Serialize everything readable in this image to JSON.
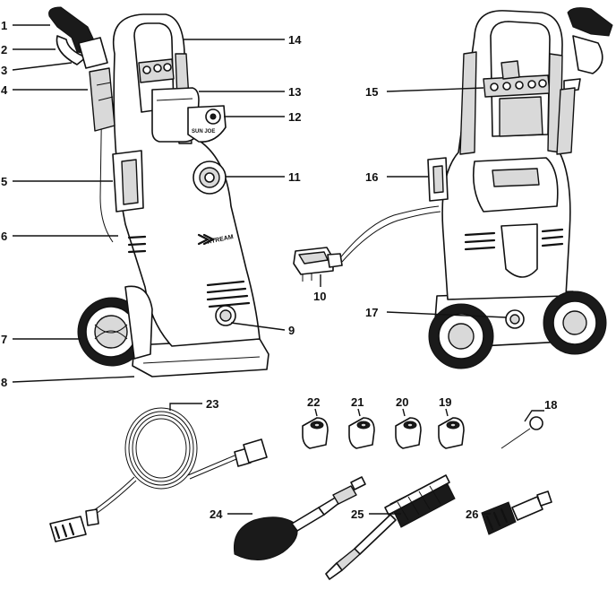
{
  "callouts": {
    "n1": "1",
    "n2": "2",
    "n3": "3",
    "n4": "4",
    "n5": "5",
    "n6": "6",
    "n7": "7",
    "n8": "8",
    "n9": "9",
    "n10": "10",
    "n11": "11",
    "n12": "12",
    "n13": "13",
    "n14": "14",
    "n15": "15",
    "n16": "16",
    "n17": "17",
    "n18": "18",
    "n19": "19",
    "n20": "20",
    "n21": "21",
    "n22": "22",
    "n23": "23",
    "n24": "24",
    "n25": "25",
    "n26": "26"
  },
  "brand": {
    "logo_text": "SUN JOE",
    "side_mark": "XTREAM"
  },
  "colors": {
    "line": "#111111",
    "fill": "#ffffff",
    "dark": "#1a1a1a",
    "grey": "#d9d9d9"
  }
}
